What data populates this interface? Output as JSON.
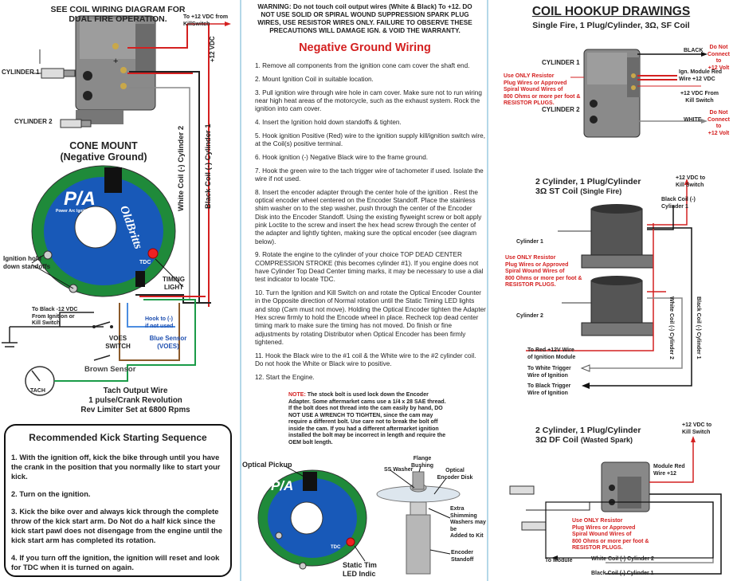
{
  "left": {
    "title_line1": "SEE COIL WIRING DIAGRAM FOR",
    "title_line2": "DUAL FIRE OPERATION.",
    "to_12v_line1": "To +12 VDC from",
    "to_12v_line2": "KillSwitch",
    "plus12": "+12 VDC",
    "cylinder1": "CYLINDER 1",
    "cylinder2": "CYLINDER 2",
    "white_coil": "White Coil (-) Cylinder 2",
    "black_coil": "Black Coil (-) Cylinder 1",
    "cone_mount_line1": "CONE MOUNT",
    "cone_mount_line2": "(Negative Ground)",
    "pia_logo": "P/A",
    "pia_sub": "Power Arc Ignitions",
    "oldbritts_logo": "OldBritts",
    "tdc": "TDC",
    "hold_down_line1": "Ignition hold",
    "hold_down_line2": "down standoffs",
    "timing_light_line1": "TIMING",
    "timing_light_line2": "LIGHT",
    "to_black_line1": "To Black -12 VDC",
    "to_black_line2": "From Ignition or",
    "to_black_line3": "Kill Switch",
    "hook_line1": "Hook to (-)",
    "hook_line2": "if not used",
    "voes_line1": "VOES",
    "voes_line2": "SWITCH",
    "blue_sensor_line1": "Blue Sensor",
    "blue_sensor_line2": "(VOES)",
    "brown_sensor": "Brown Sensor",
    "tach": "TACH",
    "tach_output_line1": "Tach Output Wire",
    "tach_output_line2": "1 pulse/Crank Revolution",
    "tach_output_line3": "Rev Limiter Set at 6800 Rpms"
  },
  "kick": {
    "title": "Recommended Kick Starting Sequence",
    "steps": [
      "1.  With the ignition off, kick the bike through until you have the crank in the position that you normally like to start your kick.",
      "2.  Turn on the ignition.",
      "3.  Kick the bike over and always kick through the complete throw of the kick start arm. Do Not do a half kick since the kick start pawl does not disengage from the engine until the kick start arm has completed its rotation.",
      "4.  If you turn off the ignition, the ignition will reset and look for TDC when it is turned on again."
    ]
  },
  "middle": {
    "warning": "WARNING: Do not touch coil output wires (White & Black) To +12. DO NOT USE SOLID OR SPIRAL WOUND SUPPRESSION SPARK PLUG WIRES, USE RESISTOR WIRES ONLY.  FAILURE TO OBSERVE THESE PRECAUTIONS WILL DAMAGE IGN. & VOID THE WARRANTY.",
    "heading": "Negative Ground Wiring",
    "steps": [
      "1. Remove all components from the ignition cone cam cover the shaft end.",
      "2.  Mount Ignition Coil in suitable location.",
      "3.  Pull ignition wire through wire hole in cam cover. Make sure not to run wiring near high heat areas of the motorcycle, such as the exhaust system. Rock the ignition into cam cover.",
      "4.  Insert the Ignition hold down standoffs & tighten.",
      "5. Hook ignition Positive (Red) wire to the ignition supply kill/ignition switch wire, at the Coil(s) positive terminal.",
      "6.  Hook ignition (-) Negative Black wire to the frame ground.",
      "7.  Hook the green wire to the tach trigger wire of tachometer if used. Isolate the wire if not used.",
      "8. Insert the encoder adapter through the center hole of the ignition . Rest the optical encoder wheel centered on the Encoder Standoff.  Place the stainless shim washer on to the step washer, push through the center of the Encoder Disk into the Encoder Standoff.  Using the existing flyweight screw or bolt apply pink Loctite to the screw and insert the hex head screw through the center of the adapter and lightly tighten, making sure the optical encoder (see diagram below).",
      "9. Rotate the engine to the cylinder of your choice TOP DEAD CENTER COMPRESSION STROKE (this becomes cylinder #1).  If you engine does not have Cylinder Top Dead Center timing marks, it may be necessary to use a dial test indicator to locate TDC.",
      "10. Turn the Ignition and Kill Switch on and rotate the Optical Encoder Counter in the Opposite direction of Normal rotation until the Static Timing LED lights and stop (Cam must not move).  Holding the Optical Encoder tighten the Adapter Hex screw firmly to hold the Encode wheel in place.  Recheck top dead center timing mark to make sure the timing has not moved.  Do finish or fine adjustments by rotating Distributor when Optical Encoder has been firmly tightened.",
      "11.  Hook the Black wire to the #1 coil & the White wire to the #2 cylinder coil. Do not hook the White or Black wire to positive.",
      "12.  Start the Engine."
    ],
    "note_label": "NOTE:",
    "note": "The stock bolt is used lock down the Encoder Adapter.  Some aftermarket cams use a 1/4 x 28 SAE thread.  If the bolt does not thread into the cam easily by hand, DO NOT USE A WRENCH TO TIGHTEN, since the cam may require a different bolt. Use care not to break the bolt off inside the cam.  If you had a different aftermarket ignition installed the bolt may be incorrect in length and require the OEM bolt length.",
    "optical_pickup": "Optical Pickup",
    "flange_bushing_line1": "Flange",
    "flange_bushing_line2": "Bushing",
    "ss_washer": "SS Washer",
    "optical_disk_line1": "Optical",
    "optical_disk_line2": "Encoder Disk",
    "extra_shim_line1": "Extra Shimming",
    "extra_shim_line2": "Washers may be",
    "extra_shim_line3": "Added to Kit",
    "encoder_standoff_line1": "Encoder",
    "encoder_standoff_line2": "Standoff",
    "static_timing_line1": "Static Tim",
    "static_timing_line2": "LED Indic",
    "tdc": "TDC"
  },
  "right": {
    "title": "COIL HOOKUP DRAWINGS",
    "sf_title": "Single Fire, 1 Plug/Cylinder, 3Ω, SF Coil",
    "cylinder1": "CYLINDER 1",
    "cylinder2": "CYLINDER 2",
    "black": "BLACK",
    "white": "WHITE",
    "do_not_line1": "Do Not",
    "do_not_line2": "Connect to",
    "do_not_line3": "+12 Volt",
    "module_red_line1": "Ign. Module Red",
    "module_red_line2": "Wire +12 VDC",
    "plus12_kill_line1": "+12 VDC From",
    "plus12_kill_line2": "Kill Switch",
    "resistor_line1": "Use ONLY Resistor",
    "resistor_line2": "Plug Wires or Approved",
    "resistor_line3": "Spiral Wound Wires of",
    "resistor_line4": "800 Ohms or more per foot &",
    "resistor_line5": "RESISTOR PLUGS.",
    "st_title_line1": "2 Cylinder, 1 Plug/Cylinder",
    "st_title_line2": "3Ω ST Coil",
    "st_title_sub": "(Single Fire)",
    "plus12_to_line1": "+12  VDC to",
    "plus12_to_line2": "Kill Switch",
    "black_coil_line1": "Black Coil (-)",
    "black_coil_line2": "Cylinder 1",
    "cyl1": "Cylinder 1",
    "cyl2": "Cylinder 2",
    "white_vert": "White Coil (-) Cylinder 2",
    "black_vert": "Black Coil (-) Cylinder 1",
    "to_red_line1": "To Red +12V Wire",
    "to_red_line2": "of Ignition Module",
    "to_white_line1": "To White Trigger",
    "to_white_line2": "Wire of Ignition",
    "to_black_line1": "To Black Trigger",
    "to_black_line2": "Wire of Ignition",
    "df_title_line1": "2 Cylinder, 1 Plug/Cylinder",
    "df_title_line2": "3Ω DF Coil",
    "df_title_sub": "(Wasted Spark)",
    "module_red_df_line1": "Module Red",
    "module_red_df_line2": "Wire +12",
    "to_module": "To Module",
    "white_cyl2": "White Coil (-) Cylinder 2",
    "black_cyl1": "Black Coil (-) Cylinder 1"
  }
}
